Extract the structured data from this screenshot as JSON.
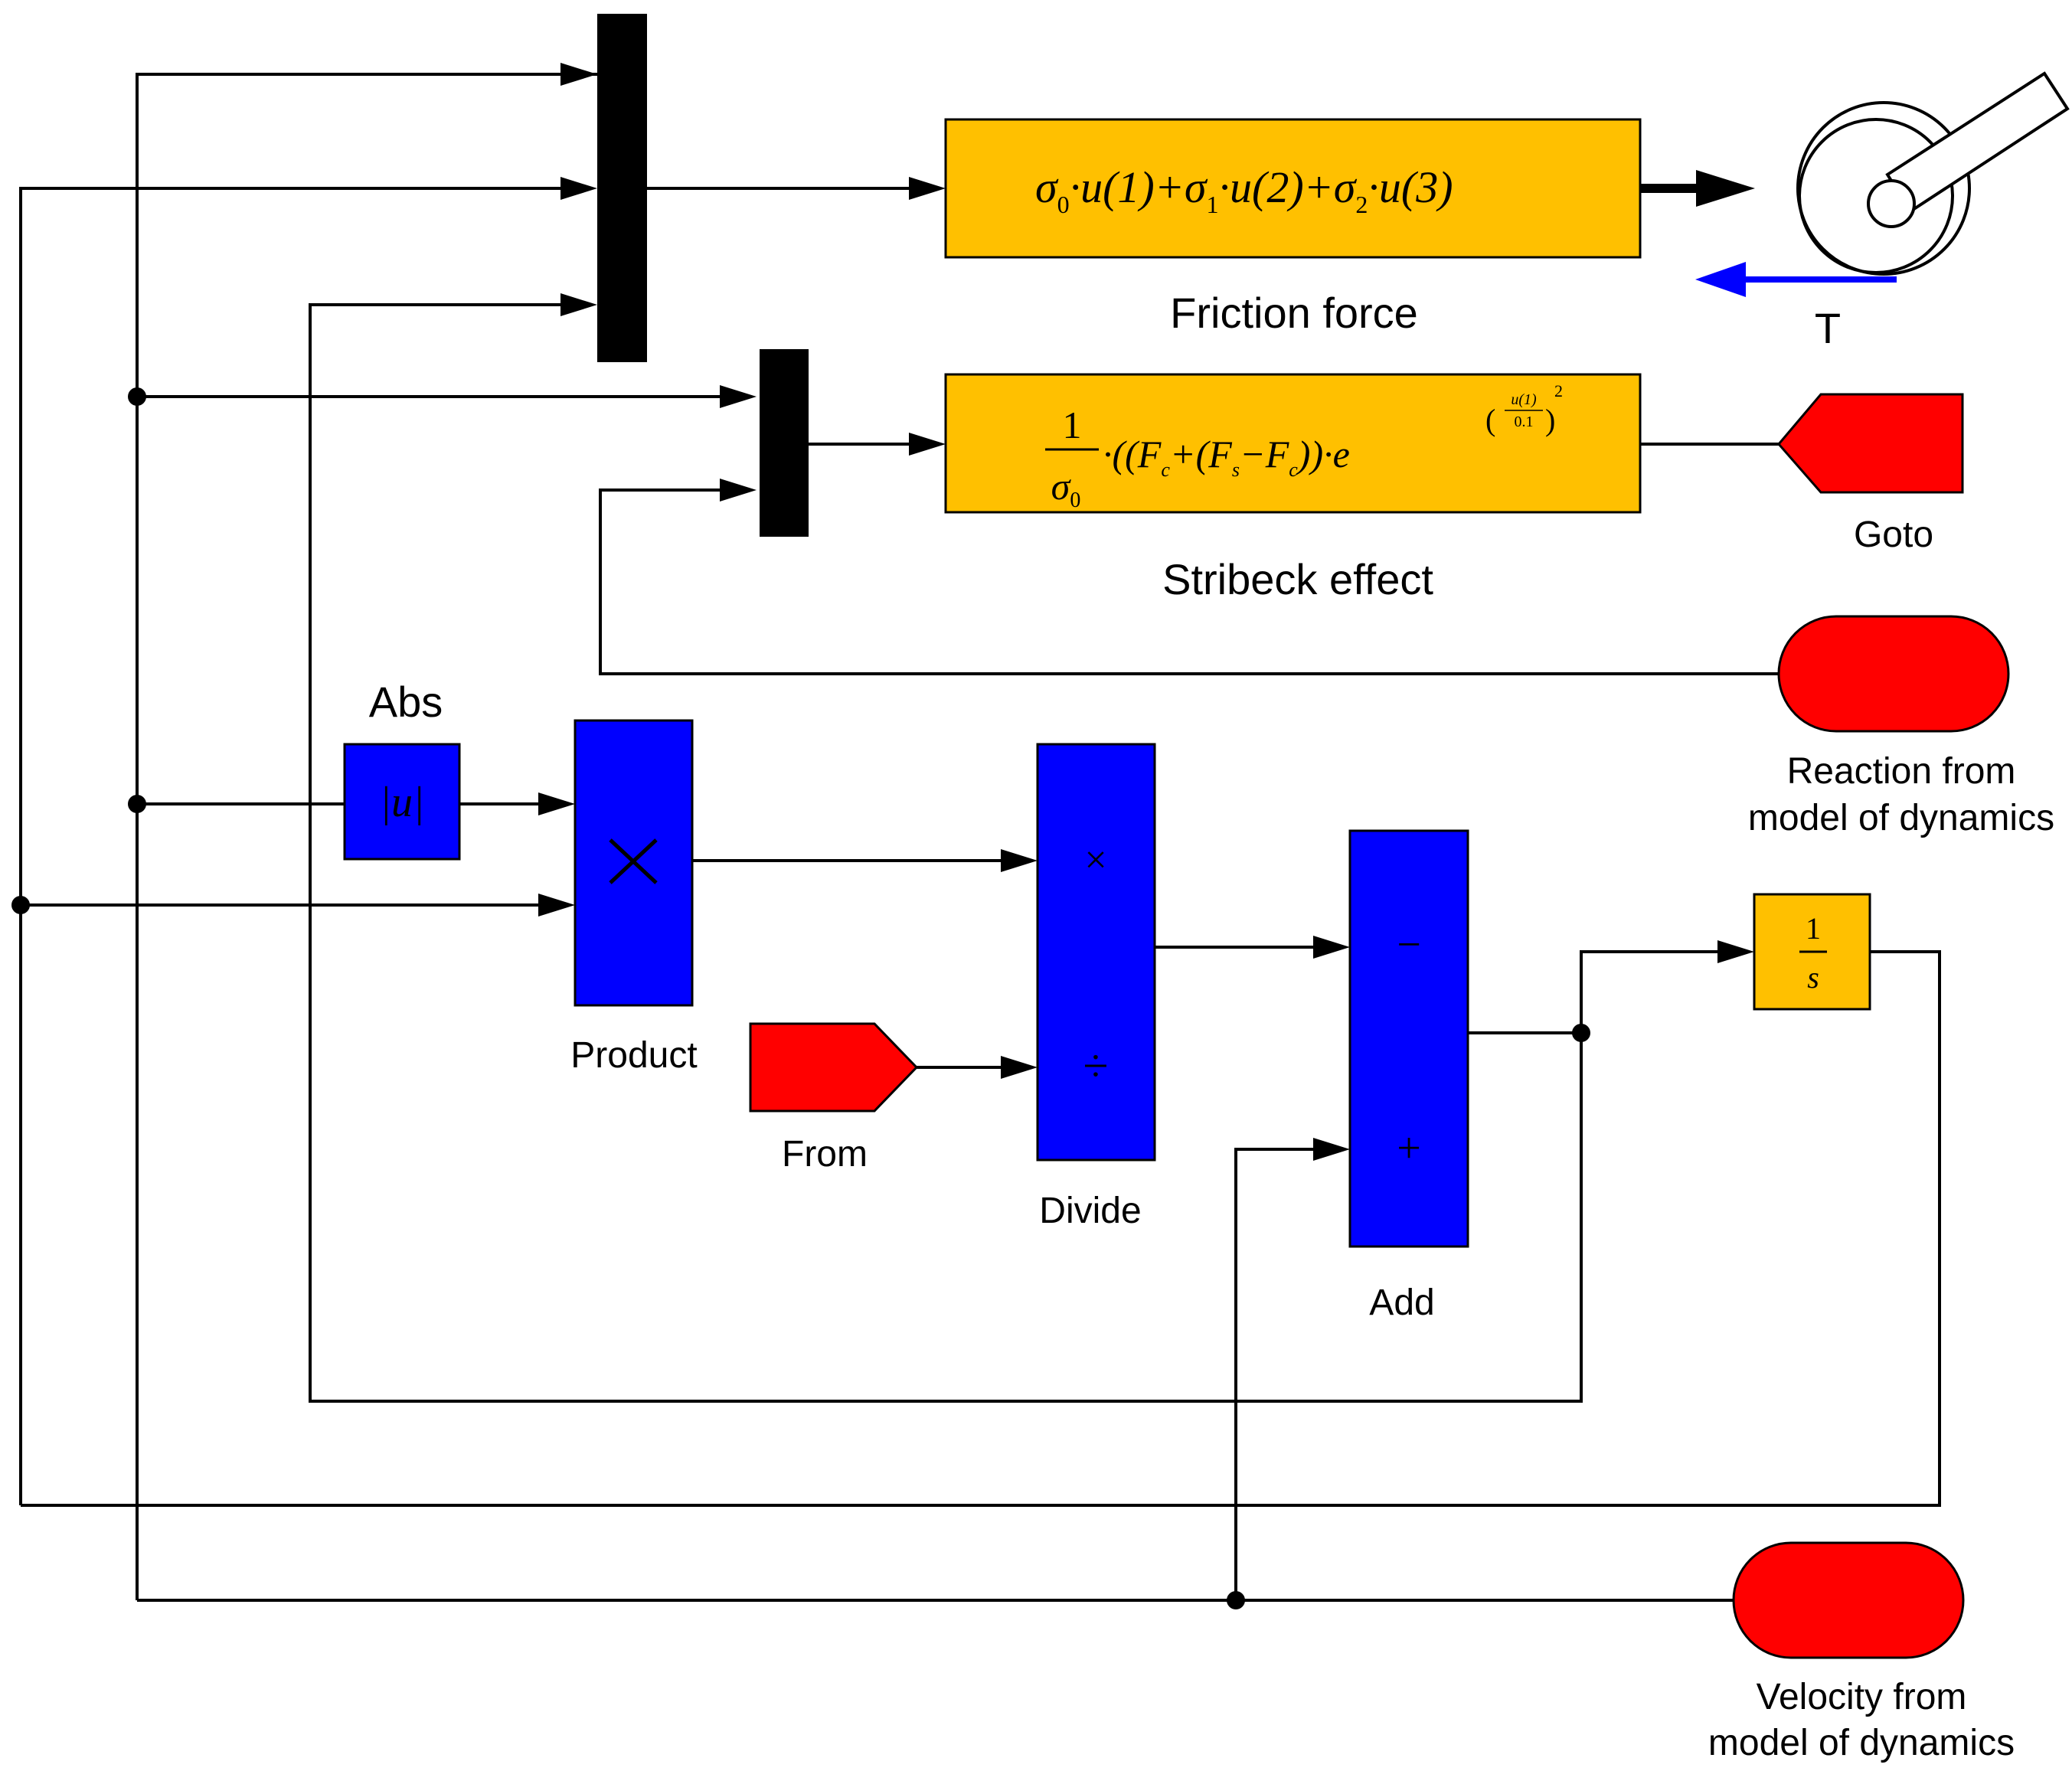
{
  "colors": {
    "block_orange": "#FFC000",
    "block_blue": "#0000FF",
    "block_red": "#FF0000",
    "mux_black": "#000000",
    "tension_arrow": "#0000FF"
  },
  "blocks": {
    "friction_fcn": {
      "label": "Friction force",
      "expr": {
        "s0": "σ",
        "s0_sub": "0",
        "t1": "·u(1)+",
        "s1": "σ",
        "s1_sub": "1",
        "t2": "·u(2)+",
        "s2": "σ",
        "s2_sub": "2",
        "t3": "·u(3)"
      }
    },
    "stribeck_fcn": {
      "label": "Stribeck effect",
      "expr": {
        "num": "1",
        "den": "σ",
        "den_sub": "0",
        "body_a": "·((F",
        "sub_c1": "c",
        "body_b": "+(F",
        "sub_s": "s",
        "body_c": "−F",
        "sub_c2": "c",
        "body_d": "))·e",
        "exp_num": "u(1)",
        "exp_den": "0.1",
        "exp_pow": "2"
      }
    },
    "abs": {
      "label": "Abs",
      "icon_text": "|u|"
    },
    "product": {
      "label": "Product",
      "icon_text": "×"
    },
    "divide": {
      "label": "Divide",
      "sign_top": "×",
      "sign_bottom": "÷"
    },
    "add": {
      "label": "Add",
      "sign_top": "−",
      "sign_bottom": "+"
    },
    "integrator": {
      "num": "1",
      "den": "s"
    },
    "goto": {
      "label": "Goto"
    },
    "from": {
      "label": "From"
    },
    "reaction_in": {
      "label_line1": "Reaction from",
      "label_line2": "model of dynamics"
    },
    "velocity_in": {
      "label_line1": "Velocity from",
      "label_line2": "model of dynamics"
    },
    "pulley": {
      "tension_label": "T"
    }
  }
}
